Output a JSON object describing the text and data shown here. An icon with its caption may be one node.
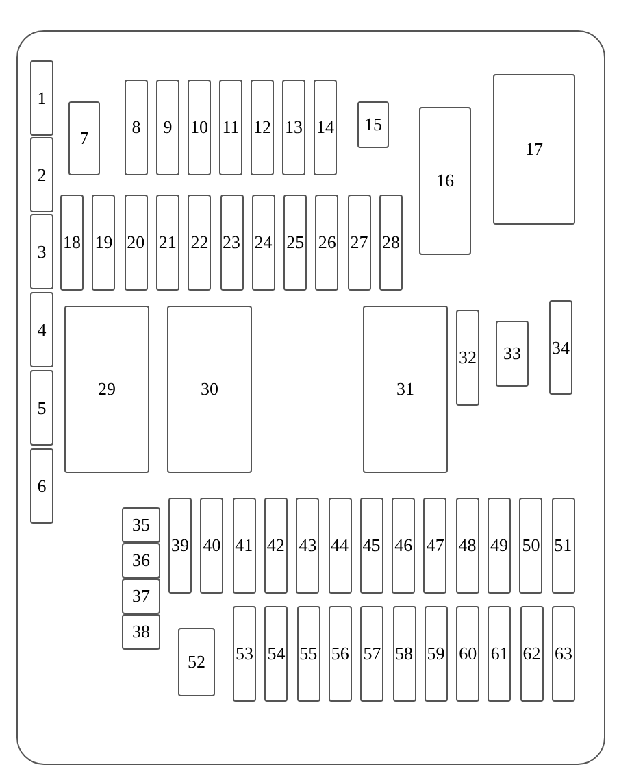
{
  "diagram": {
    "nodes": [
      {
        "text": [
          "1"
        ]
      },
      {
        "text": [
          "2"
        ]
      },
      {
        "text": [
          "3"
        ]
      },
      {
        "text": [
          "4"
        ]
      },
      {
        "text": [
          "5"
        ]
      },
      {
        "text": [
          "6"
        ]
      },
      {
        "text": [
          "7"
        ]
      },
      {
        "text": [
          "8"
        ]
      },
      {
        "text": [
          "9"
        ]
      },
      {
        "text": [
          "10"
        ]
      },
      {
        "text": [
          "11"
        ]
      },
      {
        "text": [
          "12"
        ]
      },
      {
        "text": [
          "13"
        ]
      },
      {
        "text": [
          "14"
        ]
      },
      {
        "text": [
          "15"
        ]
      },
      {
        "text": [
          "16"
        ]
      },
      {
        "text": [
          "17"
        ]
      },
      {
        "text": [
          "18"
        ]
      },
      {
        "text": [
          "19"
        ]
      },
      {
        "text": [
          "20"
        ]
      },
      {
        "text": [
          "21"
        ]
      },
      {
        "text": [
          "22"
        ]
      },
      {
        "text": [
          "23"
        ]
      },
      {
        "text": [
          "24"
        ]
      },
      {
        "text": [
          "25"
        ]
      },
      {
        "text": [
          "26"
        ]
      },
      {
        "text": [
          "27"
        ]
      },
      {
        "text": [
          "28"
        ]
      },
      {
        "text": [
          "29"
        ]
      },
      {
        "text": [
          "30"
        ]
      },
      {
        "text": [
          "31"
        ]
      },
      {
        "text": [
          "32"
        ]
      },
      {
        "text": [
          "33"
        ]
      },
      {
        "text": [
          "34"
        ]
      },
      {
        "text": [
          "35"
        ]
      },
      {
        "text": [
          "36"
        ]
      },
      {
        "text": [
          "37"
        ]
      },
      {
        "text": [
          "38"
        ]
      },
      {
        "text": [
          "39"
        ]
      },
      {
        "text": [
          "40"
        ]
      },
      {
        "text": [
          "41"
        ]
      },
      {
        "text": [
          "42"
        ]
      },
      {
        "text": [
          "43"
        ]
      },
      {
        "text": [
          "44"
        ]
      },
      {
        "text": [
          "45"
        ]
      },
      {
        "text": [
          "46"
        ]
      },
      {
        "text": [
          "47"
        ]
      },
      {
        "text": [
          "48"
        ]
      },
      {
        "text": [
          "49"
        ]
      },
      {
        "text": [
          "50"
        ]
      },
      {
        "text": [
          "51"
        ]
      },
      {
        "text": [
          "52"
        ]
      },
      {
        "text": [
          "53"
        ]
      },
      {
        "text": [
          "54"
        ]
      },
      {
        "text": [
          "55"
        ]
      },
      {
        "text": [
          "56"
        ]
      },
      {
        "text": [
          "57"
        ]
      },
      {
        "text": [
          "58"
        ]
      },
      {
        "text": [
          "59"
        ]
      },
      {
        "text": [
          "60"
        ]
      },
      {
        "text": [
          "61"
        ]
      },
      {
        "text": [
          "62"
        ]
      },
      {
        "text": [
          "63"
        ]
      }
    ]
  }
}
